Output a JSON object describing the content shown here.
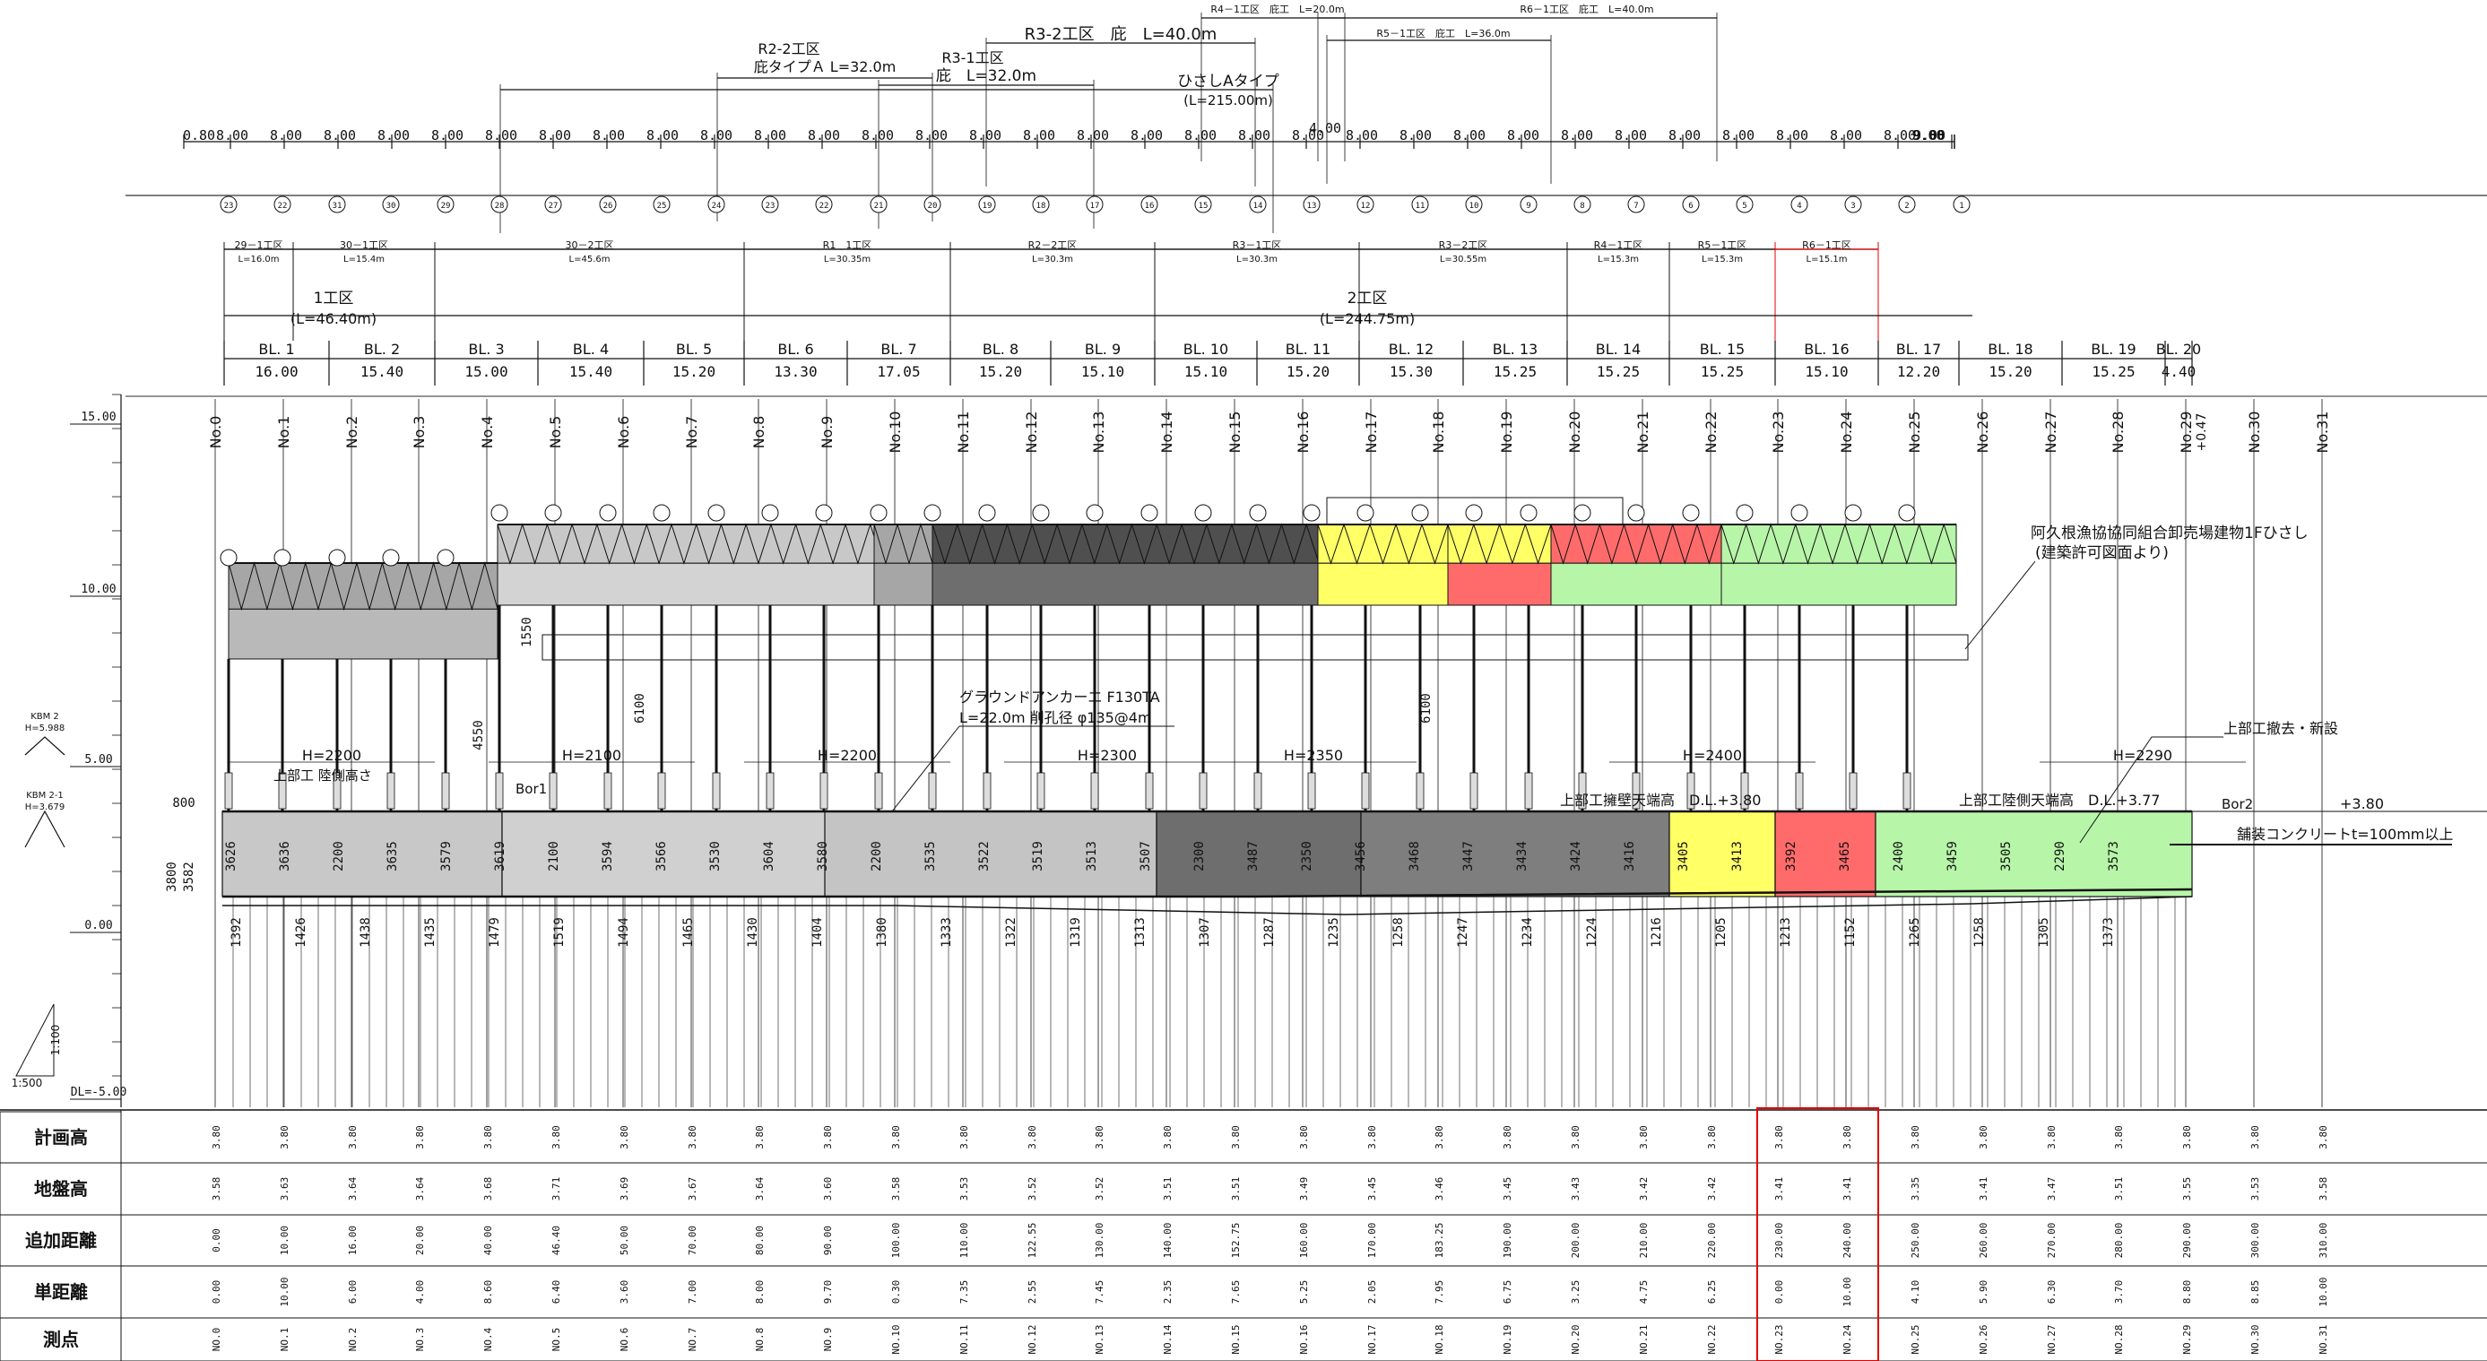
{
  "top_dims": {
    "values": [
      "0.80",
      "8.00",
      "8.00",
      "8.00",
      "8.00",
      "8.00",
      "8.00",
      "8.00",
      "8.00",
      "8.00",
      "8.00",
      "8.00",
      "8.00",
      "8.00",
      "8.00",
      "8.00",
      "8.00",
      "8.00",
      "8.00",
      "8.00",
      "8.00",
      "8.00",
      "8.00",
      "8.00",
      "8.00",
      "8.00",
      "8.00",
      "8.00",
      "8.00",
      "8.00",
      "8.00",
      "8.00",
      "8.00",
      "9.00",
      "9.00",
      "9.00"
    ],
    "extra_label": "4.00"
  },
  "spans": [
    {
      "label": "R2-2工区"
    },
    {
      "label": "庇タイプＡ L=32.0m"
    },
    {
      "label": "R3-1工区"
    },
    {
      "label": "庇　L=32.0m"
    },
    {
      "label": "R3-2工区　庇　L=40.0m"
    },
    {
      "label": "ひさしAタイプ"
    },
    {
      "label": "(L=215.00m)"
    },
    {
      "label": "R4－1工区　庇工　L=20.0m"
    },
    {
      "label": "R5－1工区　庇工　L=36.0m"
    },
    {
      "label": "R6－1工区　庇工　L=40.0m"
    }
  ],
  "axis_circles": [
    "23",
    "22",
    "31",
    "30",
    "29",
    "28",
    "27",
    "26",
    "25",
    "24",
    "23",
    "22",
    "21",
    "20",
    "19",
    "18",
    "17",
    "16",
    "15",
    "14",
    "13",
    "12",
    "11",
    "10",
    "9",
    "8",
    "7",
    "6",
    "5",
    "4",
    "3",
    "2",
    "1"
  ],
  "segments": [
    {
      "name": "29－1工区",
      "len": "L=16.0m",
      "color": "#111"
    },
    {
      "name": "30－1工区",
      "len": "L=15.4m",
      "color": "#111"
    },
    {
      "name": "30－2工区",
      "len": "L=45.6m",
      "color": "#111"
    },
    {
      "name": "R1　1工区",
      "len": "L=30.35m",
      "color": "#111"
    },
    {
      "name": "R2－2工区",
      "len": "L=30.3m",
      "color": "#111"
    },
    {
      "name": "R3－1工区",
      "len": "L=30.3m",
      "color": "#111"
    },
    {
      "name": "R3－2工区",
      "len": "L=30.55m",
      "color": "#111"
    },
    {
      "name": "R4－1工区",
      "len": "L=15.3m",
      "color": "#111"
    },
    {
      "name": "R5－1工区",
      "len": "L=15.3m",
      "color": "#111"
    },
    {
      "name": "R6－1工区",
      "len": "L=15.1m",
      "color": "#e00000"
    }
  ],
  "zones": [
    {
      "name": "1工区",
      "len": "(L=46.40m)"
    },
    {
      "name": "2工区",
      "len": "(L=244.75m)"
    }
  ],
  "blocks": [
    {
      "name": "BL. 1",
      "len": "16.00"
    },
    {
      "name": "BL. 2",
      "len": "15.40"
    },
    {
      "name": "BL. 3",
      "len": "15.00"
    },
    {
      "name": "BL. 4",
      "len": "15.40"
    },
    {
      "name": "BL. 5",
      "len": "15.20"
    },
    {
      "name": "BL. 6",
      "len": "13.30"
    },
    {
      "name": "BL. 7",
      "len": "17.05"
    },
    {
      "name": "BL. 8",
      "len": "15.20"
    },
    {
      "name": "BL. 9",
      "len": "15.10"
    },
    {
      "name": "BL. 10",
      "len": "15.10"
    },
    {
      "name": "BL. 11",
      "len": "15.20"
    },
    {
      "name": "BL. 12",
      "len": "15.30"
    },
    {
      "name": "BL. 13",
      "len": "15.25"
    },
    {
      "name": "BL. 14",
      "len": "15.25"
    },
    {
      "name": "BL. 15",
      "len": "15.25"
    },
    {
      "name": "BL. 16",
      "len": "15.10"
    },
    {
      "name": "BL. 17",
      "len": "12.20"
    },
    {
      "name": "BL. 18",
      "len": "15.20"
    },
    {
      "name": "BL. 19",
      "len": "15.25"
    },
    {
      "name": "BL. 20",
      "len": "4.40"
    }
  ],
  "stations": [
    "No.0",
    "No.1",
    "No.2",
    "No.3",
    "No.4",
    "No.5",
    "No.6",
    "No.7",
    "No.8",
    "No.9",
    "No.10",
    "No.11",
    "No.12",
    "No.13",
    "No.14",
    "No.15",
    "No.16",
    "No.17",
    "No.18",
    "No.19",
    "No.20",
    "No.21",
    "No.22",
    "No.23",
    "No.24",
    "No.25",
    "No.26",
    "No.27",
    "No.28",
    "No.29",
    "No.30",
    "No.31"
  ],
  "station_extra": "+0.47",
  "elev_labels": [
    "15.00",
    "10.00",
    "5.00",
    "0.00",
    "DL=-5.00"
  ],
  "kbm": [
    {
      "name": "KBM 2",
      "h": "H=5.988"
    },
    {
      "name": "KBM 2-1",
      "h": "H=3.679"
    }
  ],
  "scales": {
    "h": "1:500",
    "v": "1:100"
  },
  "annotations": {
    "building": "阿久根漁協協同組合卸売場建物1Fひさし",
    "building2": "(建築許可図面より)",
    "anchor": "グラウンドアンカーエ F130TA",
    "anchor2": "L=22.0m 削孔径 φ135@4m",
    "remove": "上部工撤去・新設",
    "crest": "上部工擁壁天端高　D.L.+3.80",
    "crest2": "上部工陸側天端高　D.L.+3.77",
    "bor2": "Bor2",
    "bor1": "Bor1",
    "plus380": "+3.80",
    "pave": "舗装コンクリートt=100mm以上",
    "land_h": "上部工 陸側高さ",
    "dim800": "800",
    "dim3800": "3800",
    "dim3582": "3582",
    "dim1550": "1550",
    "dim4550": "4550",
    "dim6100a": "6100",
    "dim6100b": "6100",
    "h_labels": [
      "H=2200",
      "H=2100",
      "H=2200",
      "H=2300",
      "H=2350",
      "H=2400",
      "H=2290"
    ]
  },
  "depth_labels": [
    "1392",
    "1426",
    "1438",
    "1435",
    "1479",
    "1519",
    "1494",
    "1465",
    "1430",
    "1404",
    "1380",
    "1333",
    "1322",
    "1319",
    "1313",
    "1307",
    "1287",
    "1235",
    "1258",
    "1247",
    "1234",
    "1224",
    "1216",
    "1205",
    "1213",
    "1152",
    "1265",
    "1258",
    "1305",
    "1373"
  ],
  "wall_dims": [
    "3626",
    "3636",
    "2200",
    "3635",
    "3579",
    "3619",
    "2100",
    "3594",
    "3566",
    "3530",
    "3604",
    "3580",
    "2200",
    "3535",
    "3522",
    "3519",
    "3513",
    "3507",
    "2300",
    "3487",
    "2350",
    "3456",
    "3468",
    "3447",
    "3434",
    "3424",
    "3416",
    "3405",
    "3413",
    "3392",
    "3465",
    "2400",
    "3459",
    "3505",
    "2290",
    "3573"
  ],
  "table": {
    "rows": [
      {
        "label": "計画高",
        "values": [
          "3.80",
          "3.80",
          "3.80",
          "3.80",
          "3.80",
          "3.80",
          "3.80",
          "3.80",
          "3.80",
          "3.80",
          "3.80",
          "3.80",
          "3.80",
          "3.80",
          "3.80",
          "3.80",
          "3.80",
          "3.80",
          "3.80",
          "3.80",
          "3.80",
          "3.80",
          "3.80",
          "3.80",
          "3.80",
          "3.80",
          "3.80",
          "3.80",
          "3.80",
          "3.80",
          "3.80",
          "3.80"
        ]
      },
      {
        "label": "地盤高",
        "values": [
          "3.58",
          "3.63",
          "3.64",
          "3.64",
          "3.68",
          "3.71",
          "3.69",
          "3.67",
          "3.64",
          "3.60",
          "3.58",
          "3.53",
          "3.52",
          "3.52",
          "3.51",
          "3.51",
          "3.49",
          "3.45",
          "3.46",
          "3.45",
          "3.43",
          "3.42",
          "3.42",
          "3.41",
          "3.41",
          "3.35",
          "3.41",
          "3.47",
          "3.51",
          "3.55",
          "3.53",
          "3.58"
        ]
      },
      {
        "label": "追加距離",
        "values": [
          "0.00",
          "10.00",
          "16.00",
          "20.00",
          "40.00",
          "46.40",
          "50.00",
          "70.00",
          "80.00",
          "90.00",
          "100.00",
          "110.00",
          "122.55",
          "130.00",
          "140.00",
          "152.75",
          "160.00",
          "170.00",
          "183.25",
          "190.00",
          "200.00",
          "210.00",
          "220.00",
          "230.00",
          "240.00",
          "250.00",
          "260.00",
          "270.00",
          "280.00",
          "290.00",
          "300.00",
          "310.00"
        ]
      },
      {
        "label": "単距離",
        "values": [
          "0.00",
          "10.00",
          "6.00",
          "4.00",
          "8.60",
          "6.40",
          "3.60",
          "7.00",
          "8.00",
          "9.70",
          "0.30",
          "7.35",
          "2.55",
          "7.45",
          "2.35",
          "7.65",
          "5.25",
          "2.05",
          "7.95",
          "6.75",
          "3.25",
          "4.75",
          "6.25",
          "0.00",
          "10.00",
          "4.10",
          "5.90",
          "6.30",
          "3.70",
          "8.80",
          "8.85",
          "10.00"
        ]
      },
      {
        "label": "測点",
        "values": [
          "NO.0",
          "NO.1",
          "NO.2",
          "NO.3",
          "NO.4",
          "NO.5",
          "NO.6",
          "NO.7",
          "NO.8",
          "NO.9",
          "NO.10",
          "NO.11",
          "NO.12",
          "NO.13",
          "NO.14",
          "NO.15",
          "NO.16",
          "NO.17",
          "NO.18",
          "NO.19",
          "NO.20",
          "NO.21",
          "NO.22",
          "NO.23",
          "NO.24",
          "NO.25",
          "NO.26",
          "NO.27",
          "NO.28",
          "NO.29",
          "NO.30",
          "NO.31"
        ]
      }
    ]
  },
  "colors": {
    "line": "#111111",
    "light": "#c8c8c8",
    "mid": "#a6a6a6",
    "dark": "#6e6e6e",
    "darker": "#4f4f4f",
    "yellow": "#ffff66",
    "red": "#ff6b6b",
    "green": "#b7f5a8",
    "accent_red": "#e00000"
  }
}
